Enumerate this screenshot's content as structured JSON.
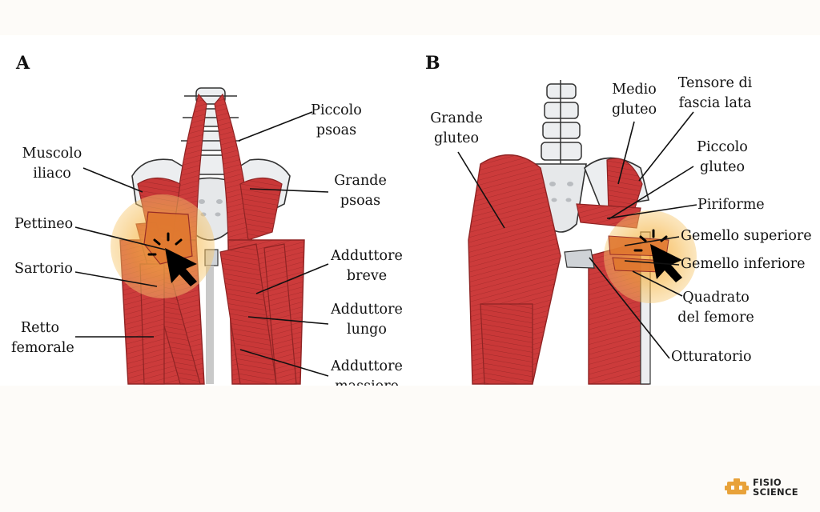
{
  "panels": {
    "a": {
      "letter": "A",
      "labels": {
        "piccolo_psoas": [
          "Piccolo",
          "psoas"
        ],
        "muscolo_iliaco": [
          "Muscolo",
          "iliaco"
        ],
        "grande_psoas": [
          "Grande",
          "psoas"
        ],
        "pettineo": "Pettineo",
        "adduttore_breve": [
          "Adduttore",
          "breve"
        ],
        "sartorio": "Sartorio",
        "adduttore_lungo": [
          "Adduttore",
          "lungo"
        ],
        "retto_femorale": [
          "Retto",
          "femorale"
        ],
        "adduttore_magnus": [
          "Adduttore",
          "massiore"
        ]
      }
    },
    "b": {
      "letter": "B",
      "labels": {
        "medio_gluteo": [
          "Medio",
          "gluteo"
        ],
        "tensore": [
          "Tensore di",
          "fascia lata"
        ],
        "grande_gluteo": [
          "Grande",
          "gluteo"
        ],
        "piccolo_gluteo": [
          "Piccolo",
          "gluteo"
        ],
        "piriforme": "Piriforme",
        "gemello_superiore": "Gemello superiore",
        "gemello_inferiore": "Gemello inferiore",
        "quadrato": [
          "Quadrato",
          "del femore"
        ],
        "otturatorio": "Otturatorio"
      }
    }
  },
  "logo": {
    "line1": "FISIO",
    "line2": "SCIENCE",
    "color": "#e8a23a"
  },
  "colors": {
    "muscle": "#cc3b3b",
    "muscle_dark": "#8f2424",
    "bone": "#eceef0",
    "highlight": "#f5b84c"
  }
}
